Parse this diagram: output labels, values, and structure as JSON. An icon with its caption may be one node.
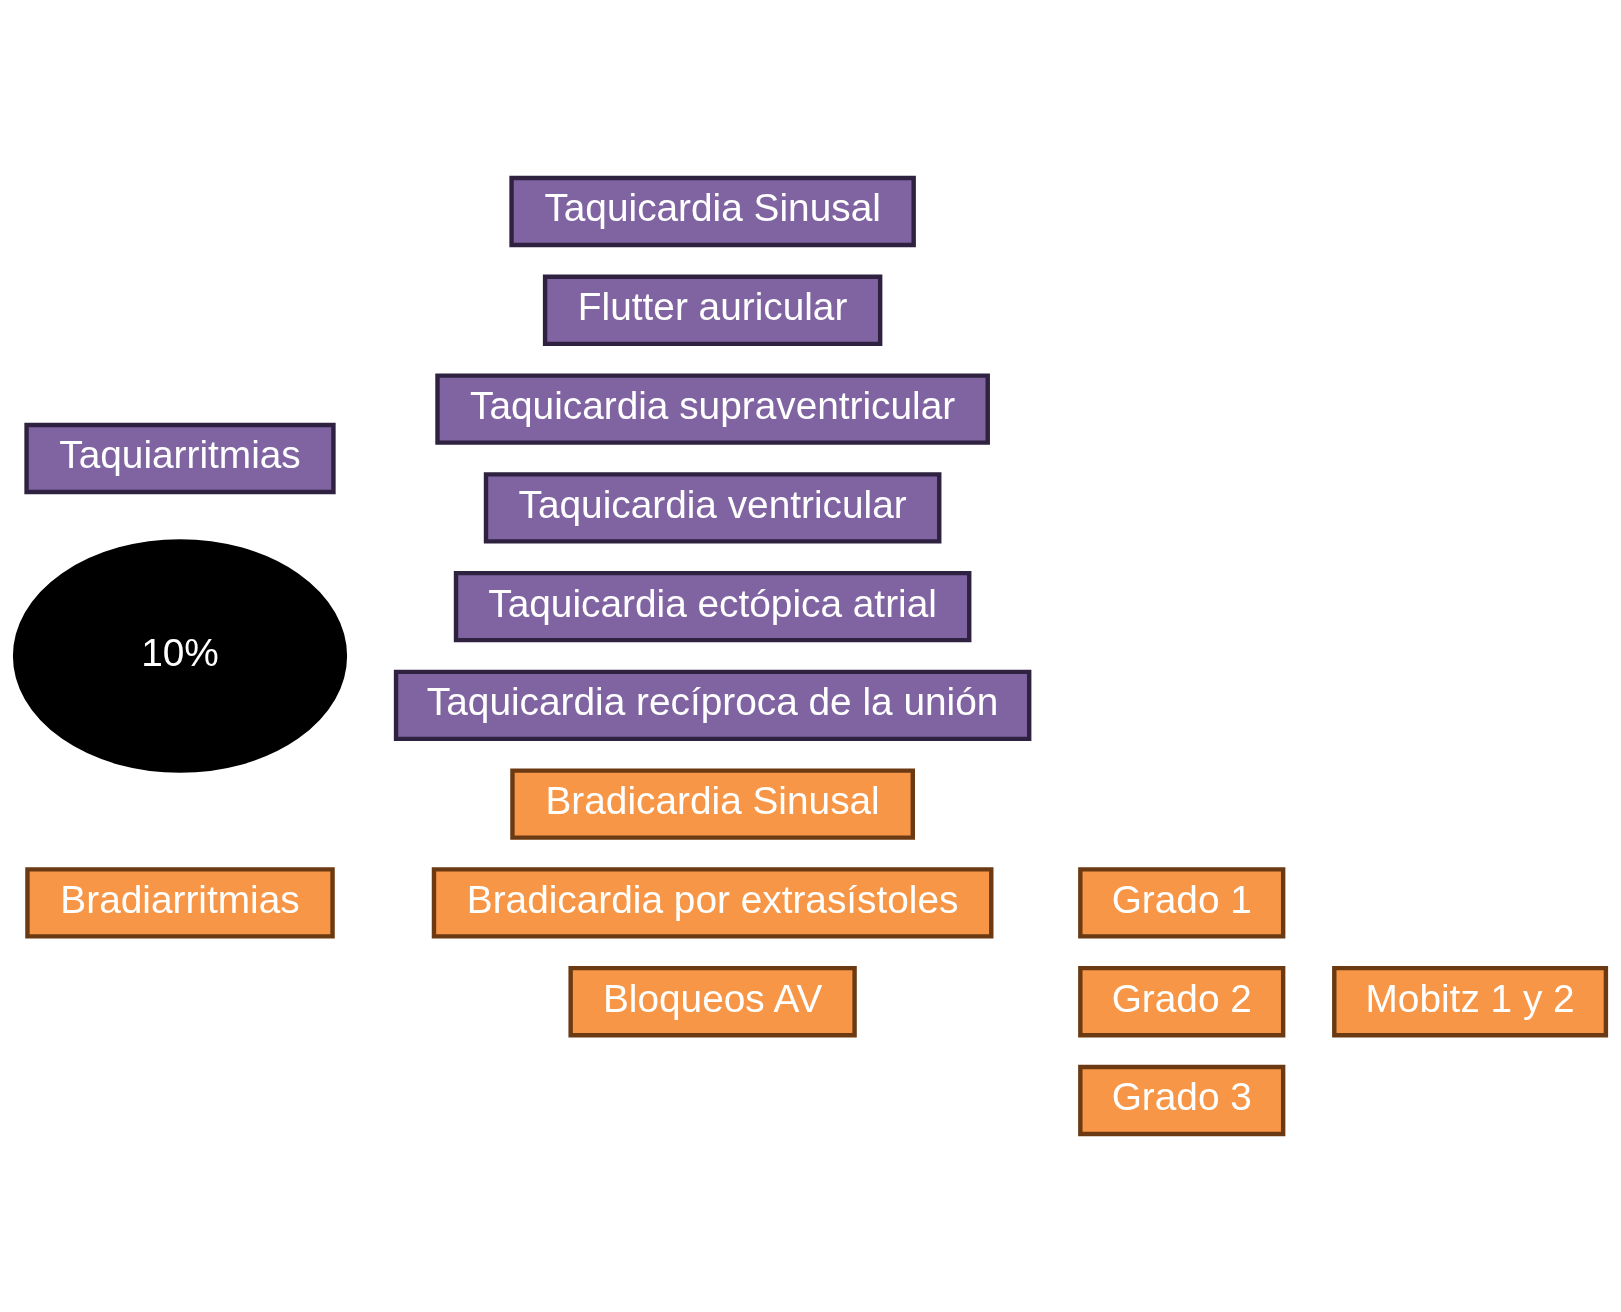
{
  "diagram": {
    "nodes": [
      {
        "text": [
          "Bradicardia Sinusal"
        ]
      },
      {
        "text": [
          "Bradiarritmias"
        ]
      },
      {
        "text": [
          "Bradicardia por extrasístoles"
        ]
      },
      {
        "text": [
          "Bloqueos AV"
        ]
      },
      {
        "text": [
          "Grado 1"
        ]
      },
      {
        "text": [
          "Grado 2"
        ]
      },
      {
        "text": [
          "Mobitz 1 y 2"
        ]
      },
      {
        "text": [
          "Grado 3"
        ]
      },
      {
        "text": [
          "10%"
        ]
      },
      {
        "text": [
          "Taquicardia Sinusal"
        ]
      },
      {
        "text": [
          "Flutter auricular"
        ]
      },
      {
        "text": [
          "Taquiarritmias"
        ]
      },
      {
        "text": [
          "Taquicardia supraventricular"
        ]
      },
      {
        "text": [
          "Taquicardia ventricular"
        ]
      },
      {
        "text": [
          "Taquicardia ectópica atrial"
        ]
      },
      {
        "text": [
          "Taquicardia recíproca de la unión"
        ]
      }
    ]
  }
}
